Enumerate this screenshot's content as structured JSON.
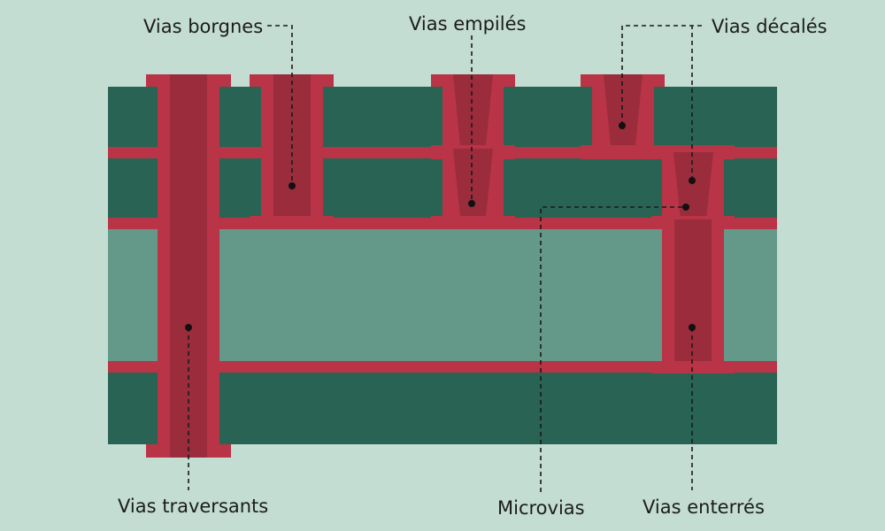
{
  "labels": {
    "blind": "Vias borgnes",
    "stacked": "Vias empilés",
    "staggered": "Vias décalés",
    "through": "Vias traversants",
    "micro": "Microvias",
    "buried": "Vias enterrés"
  },
  "colors": {
    "background": "#c3ddd3",
    "dielectric_dark": "#286353",
    "core": "#64998a",
    "copper": "#b83446",
    "via_fill": "#9a2c3c"
  }
}
